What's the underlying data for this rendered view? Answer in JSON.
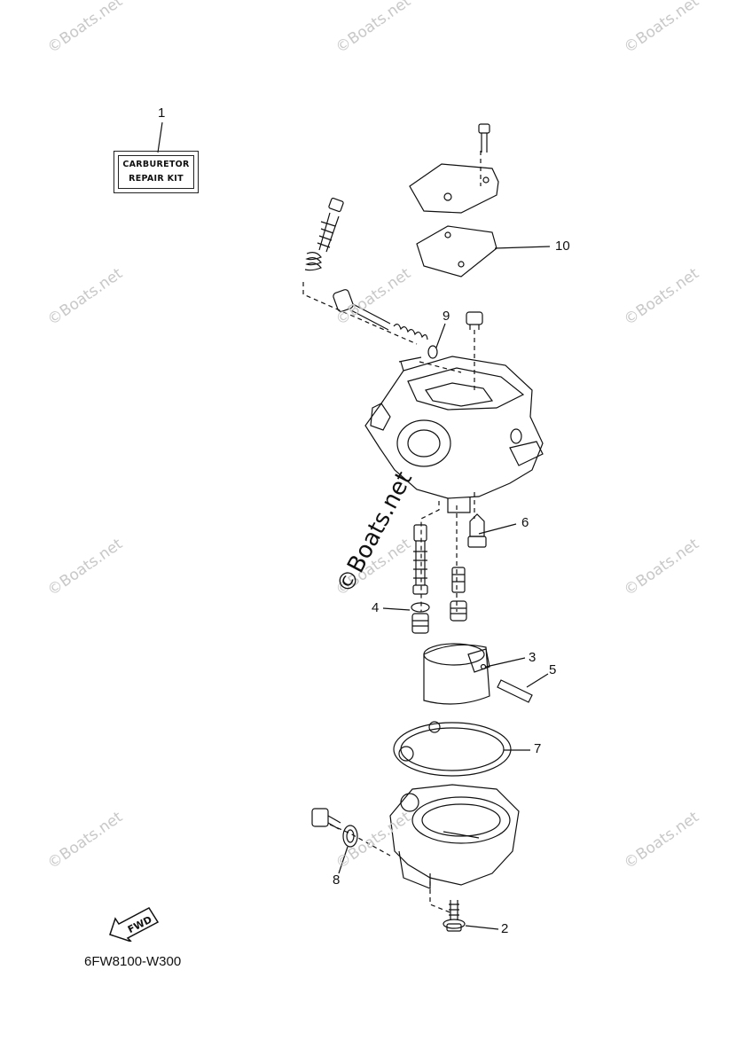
{
  "watermarks": [
    "©Boats.net",
    "©Boats.net",
    "©Boats.net",
    "©Boats.net",
    "©Boats.net",
    "©Boats.net",
    "©Boats.net",
    "©Boats.net",
    "©Boats.net",
    "©Boats.net",
    "©Boats.net",
    "©Boats.net"
  ],
  "center_watermark": "©Boats.net",
  "kit_label": {
    "line1": "CARBURETOR",
    "line2": "REPAIR KIT"
  },
  "callouts": [
    "1",
    "2",
    "3",
    "4",
    "5",
    "6",
    "7",
    "8",
    "9",
    "10"
  ],
  "fwd_label": "FWD",
  "diagram_code": "6FW8100-W300"
}
